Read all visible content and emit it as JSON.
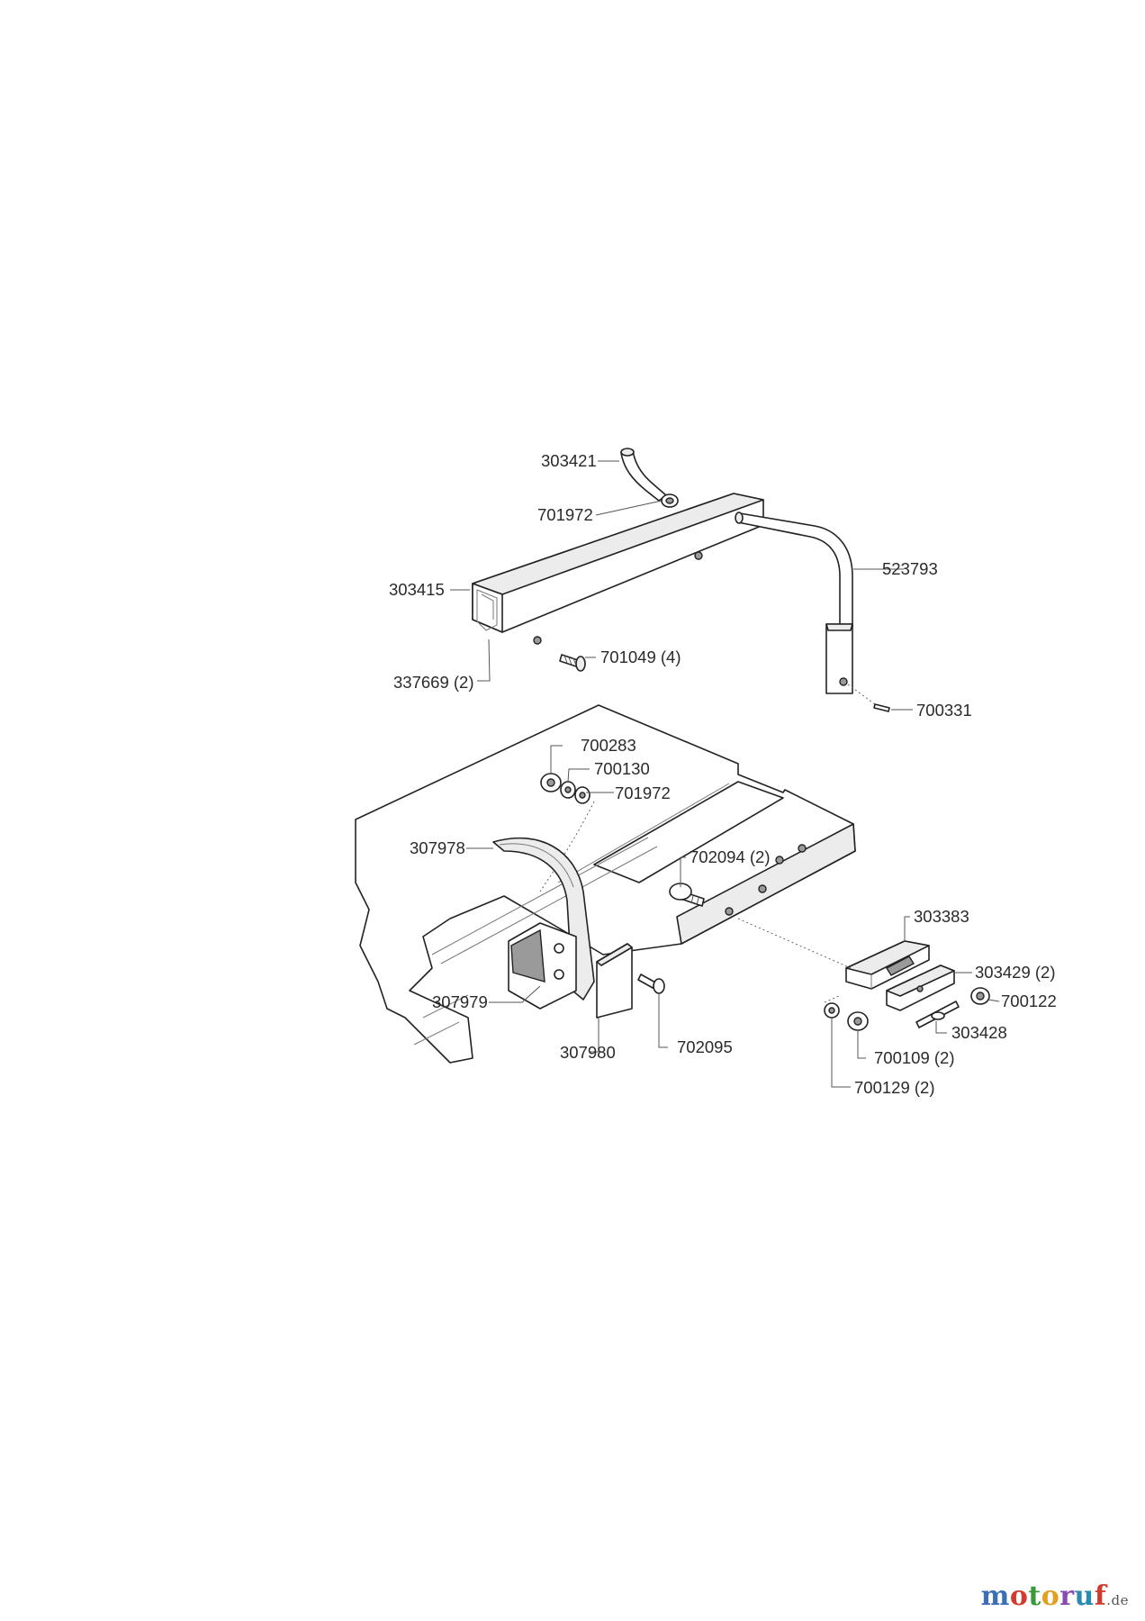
{
  "labels": {
    "p303421": "303421",
    "p701972a": "701972",
    "p303415": "303415",
    "p523793": "523793",
    "p701049": "701049 (4)",
    "p337669": "337669 (2)",
    "p700331": "700331",
    "p700283": "700283",
    "p700130": "700130",
    "p701972b": "701972",
    "p307978": "307978",
    "p702094": "702094 (2)",
    "p303383": "303383",
    "p303429": "303429 (2)",
    "p700122": "700122",
    "p303428": "303428",
    "p307979": "307979",
    "p307980": "307980",
    "p702095": "702095",
    "p700109": "700109 (2)",
    "p700129": "700129 (2)"
  },
  "watermark": {
    "logo_text": "motoruf",
    "logo_domain": ".de"
  }
}
